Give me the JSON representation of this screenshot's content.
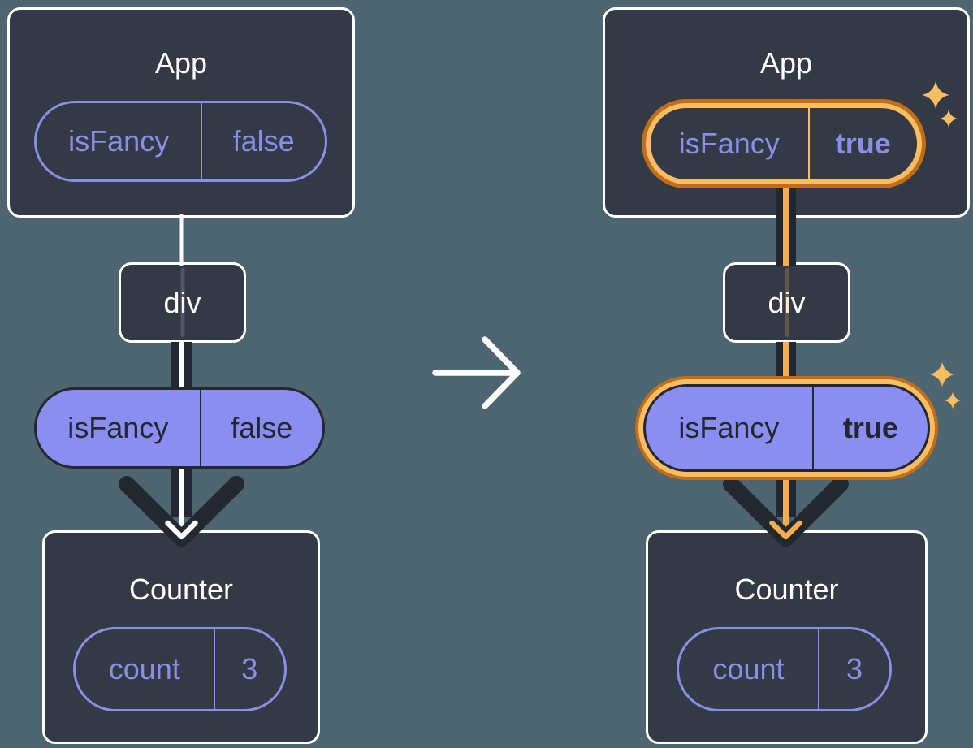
{
  "colors": {
    "background": "#4D6570",
    "node_fill": "#333945",
    "node_border": "#FFFFFF",
    "purple": "#8A8EE6",
    "purple_fill": "#8A8EF0",
    "dark": "#23272F",
    "orange_light": "#FABD62",
    "orange_dark": "#C06F18",
    "orange_core": "#F7AE4D",
    "text_light": "#FFFFFF"
  },
  "before_tree": {
    "app": {
      "title": "App",
      "state_pill": {
        "name": "isFancy",
        "value": "false"
      }
    },
    "div_node": {
      "label": "div"
    },
    "prop_pill": {
      "name": "isFancy",
      "value": "false"
    },
    "counter": {
      "title": "Counter",
      "state_pill": {
        "name": "count",
        "value": "3"
      }
    }
  },
  "after_tree": {
    "app": {
      "title": "App",
      "state_pill": {
        "name": "isFancy",
        "value": "true"
      }
    },
    "div_node": {
      "label": "div"
    },
    "prop_pill": {
      "name": "isFancy",
      "value": "true"
    },
    "counter": {
      "title": "Counter",
      "state_pill": {
        "name": "count",
        "value": "3"
      }
    }
  },
  "icons": {
    "transition_arrow": "right-arrow-icon",
    "highlight_decoration": "sparkle-icon",
    "flow_arrowheads": "chevron-down-arrowhead-icon"
  }
}
